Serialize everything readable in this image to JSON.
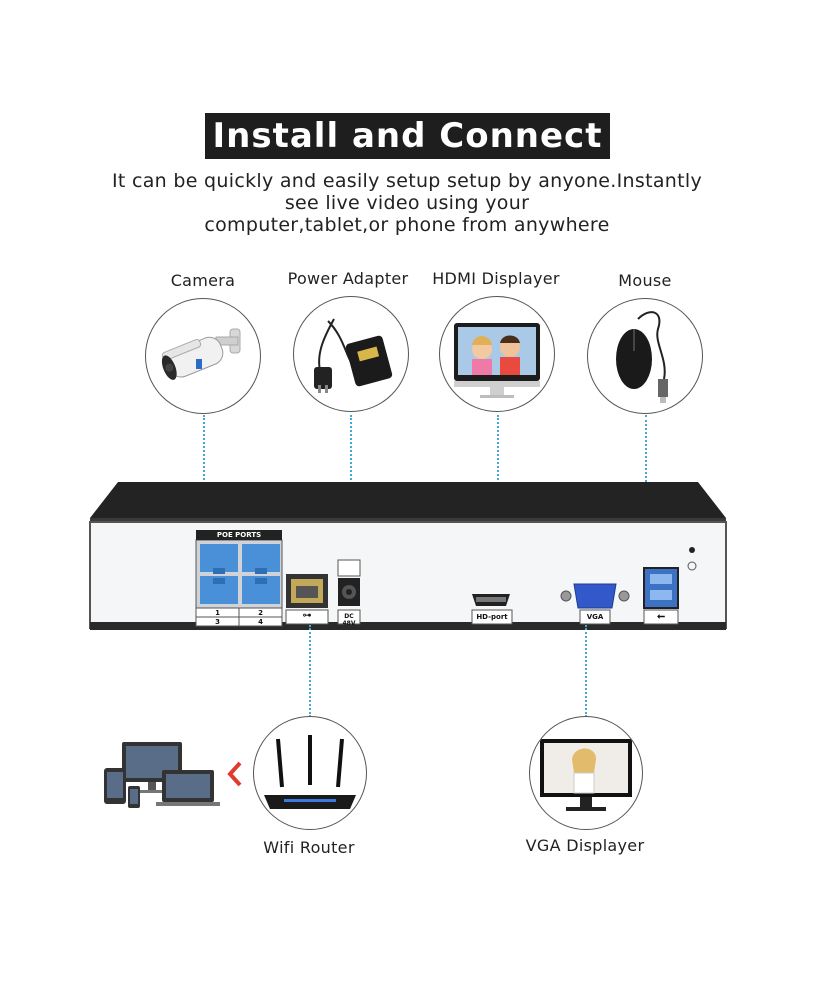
{
  "title": "Install and Connect",
  "subtitle": {
    "line1": "It can be quickly and easily setup setup by anyone.Instantly",
    "line2": "see live video using your",
    "line3": "computer,tablet,or phone from anywhere"
  },
  "devices": {
    "camera": "Camera",
    "power_adapter": "Power Adapter",
    "hdmi_displayer": "HDMI Displayer",
    "mouse": "Mouse",
    "wifi_router": "Wifi Router",
    "vga_displayer": "VGA Displayer"
  },
  "nvr_ports": {
    "poe_ports": "POE PORTS",
    "poe_numbers_top": [
      "1",
      "2"
    ],
    "poe_numbers_bottom": [
      "3",
      "4"
    ],
    "dc": "DC 48V",
    "hd_port": "HD-port",
    "vga": "VGA"
  },
  "colors": {
    "connector_line": "#46a7d3",
    "port_blue": "#4a90d9",
    "arrow_red": "#e23b2e",
    "title_bg": "#1e1e1e"
  },
  "icons": [
    "camera-icon",
    "power-adapter-icon",
    "monitor-icon",
    "mouse-icon",
    "router-icon",
    "vga-monitor-icon",
    "devices-icon",
    "arrow-left-icon"
  ]
}
